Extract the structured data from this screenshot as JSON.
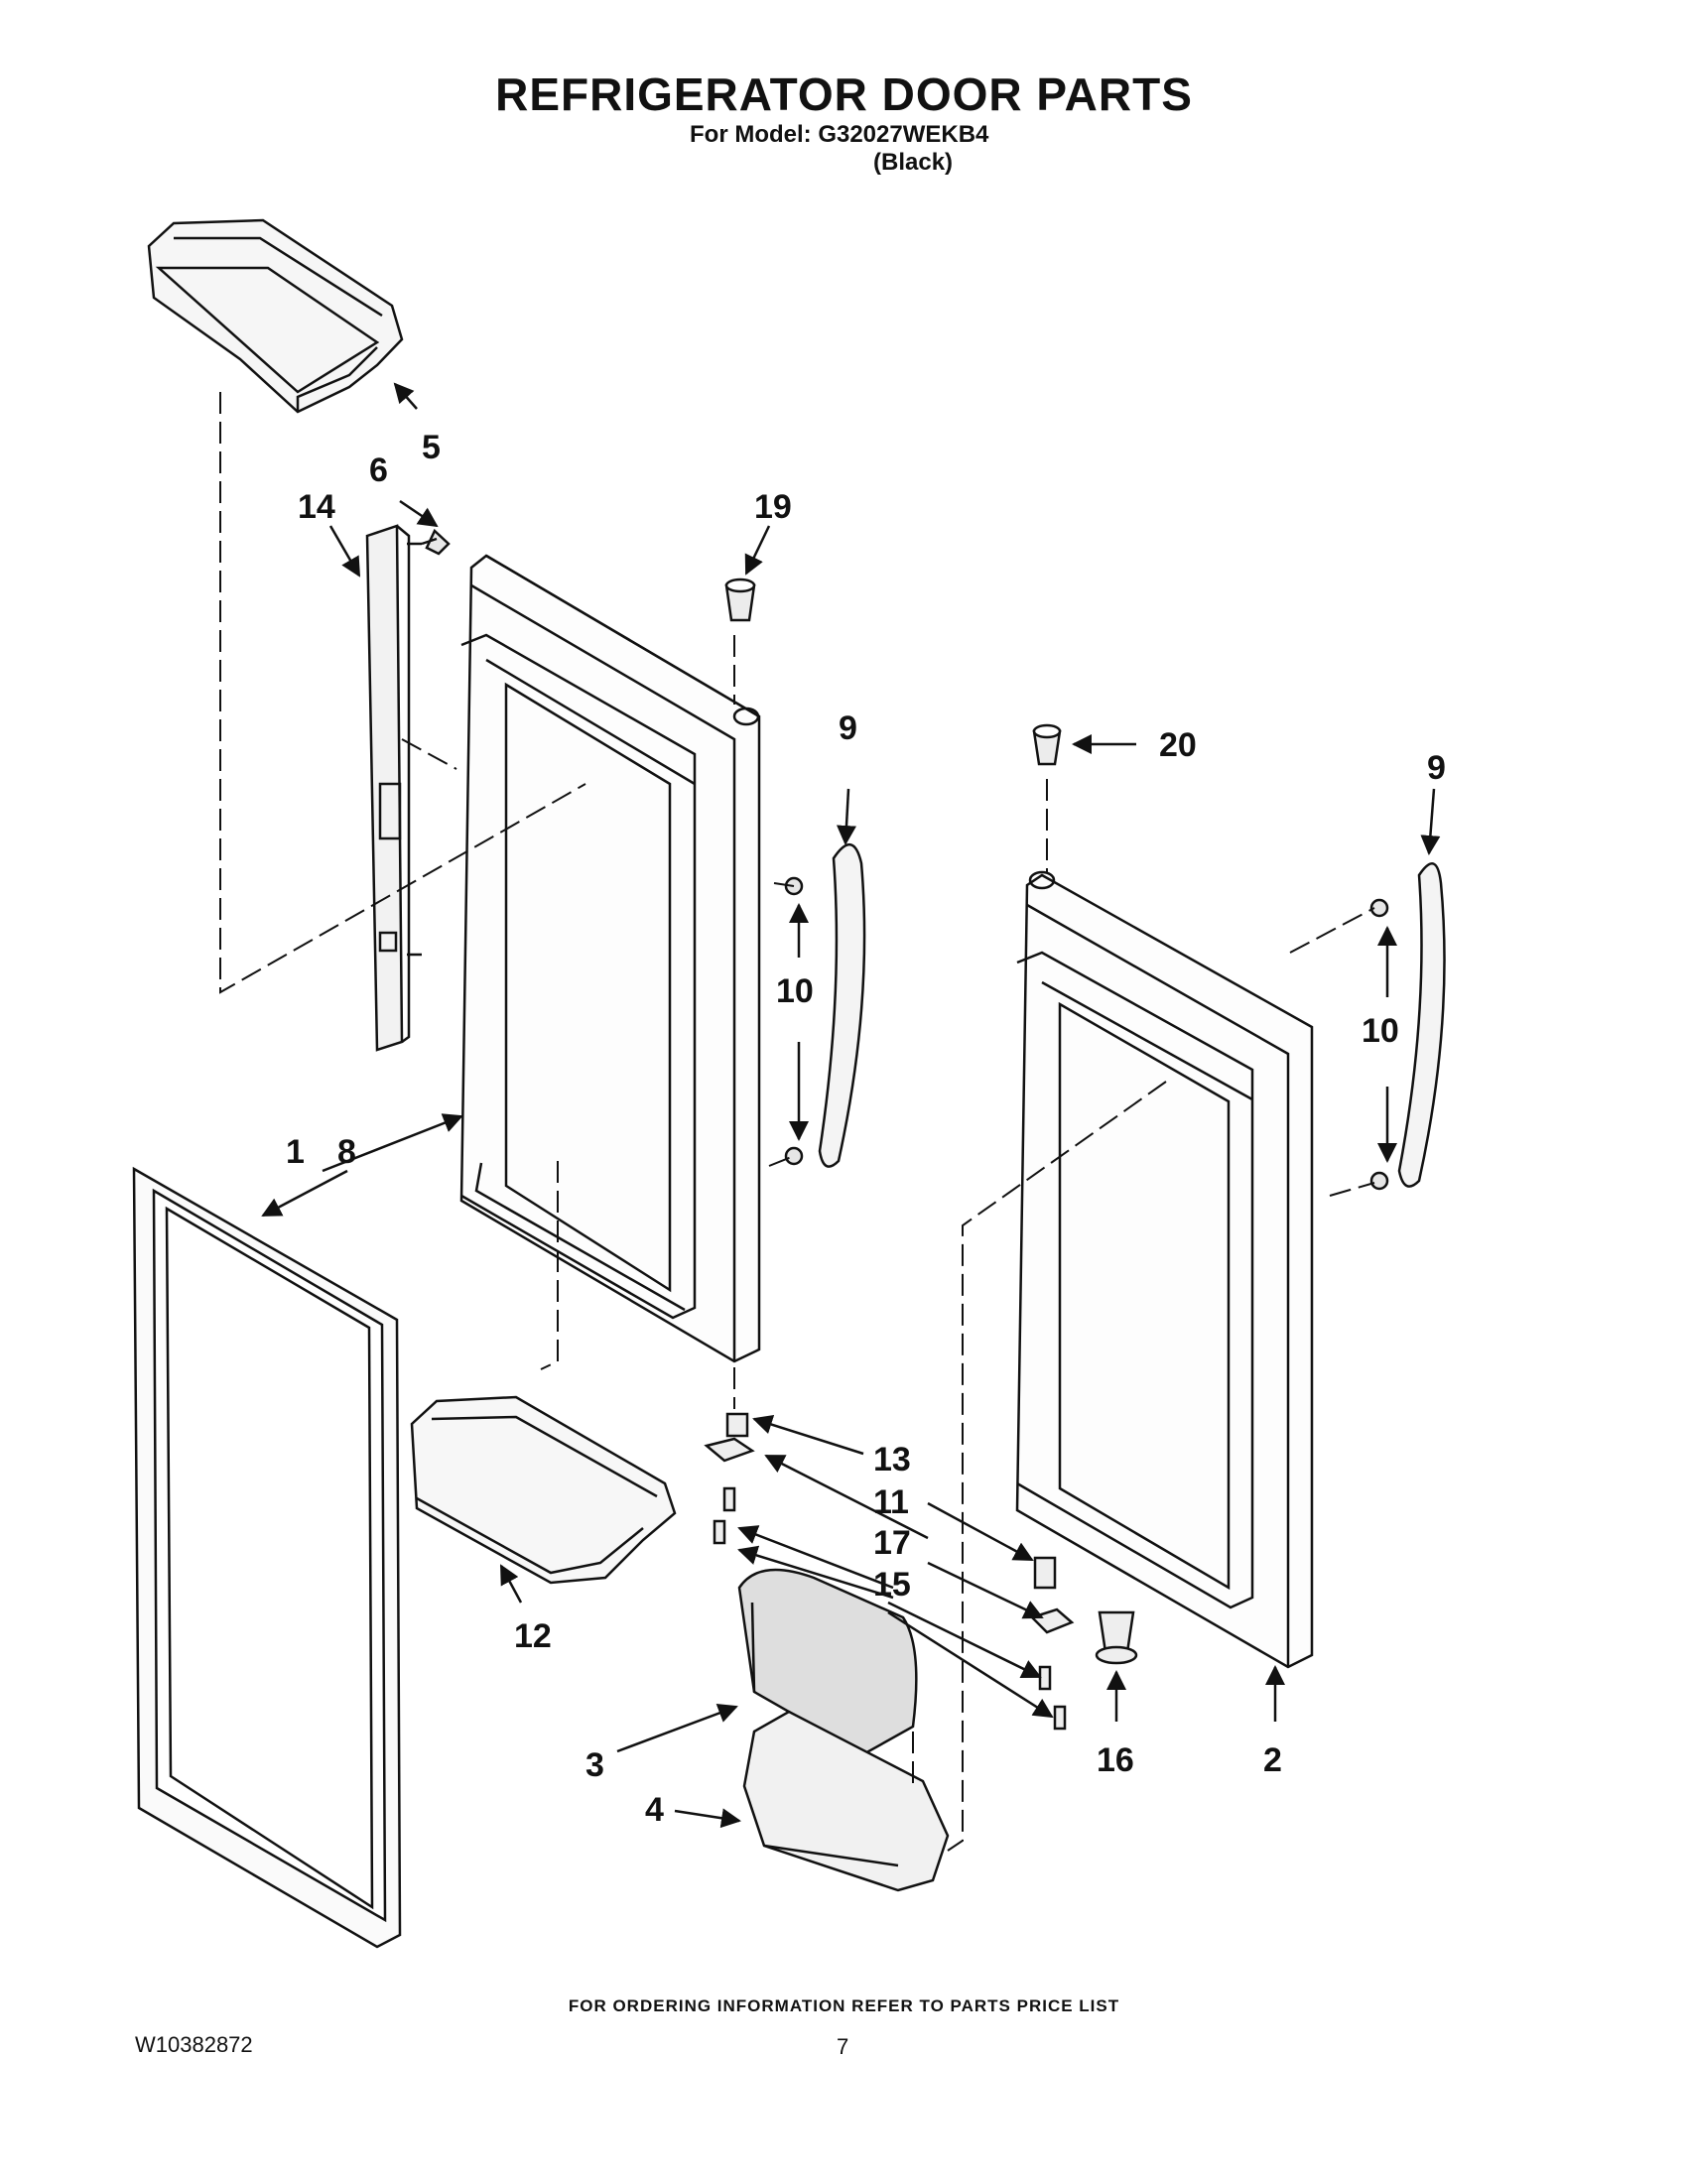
{
  "header": {
    "title": "REFRIGERATOR DOOR PARTS",
    "model_line": "For Model: G32027WEKB4",
    "color_line": "(Black)"
  },
  "footer": {
    "ordering_note": "FOR ORDERING INFORMATION REFER TO PARTS PRICE LIST",
    "document_number": "W10382872",
    "page_number": "7"
  },
  "callouts": {
    "n1": "1",
    "n2": "2",
    "n3": "3",
    "n4": "4",
    "n5": "5",
    "n6": "6",
    "n8": "8",
    "n9a": "9",
    "n9b": "9",
    "n10a": "10",
    "n10b": "10",
    "n11": "11",
    "n12": "12",
    "n13": "13",
    "n14": "14",
    "n15": "15",
    "n16": "16",
    "n17": "17",
    "n19": "19",
    "n20": "20"
  }
}
